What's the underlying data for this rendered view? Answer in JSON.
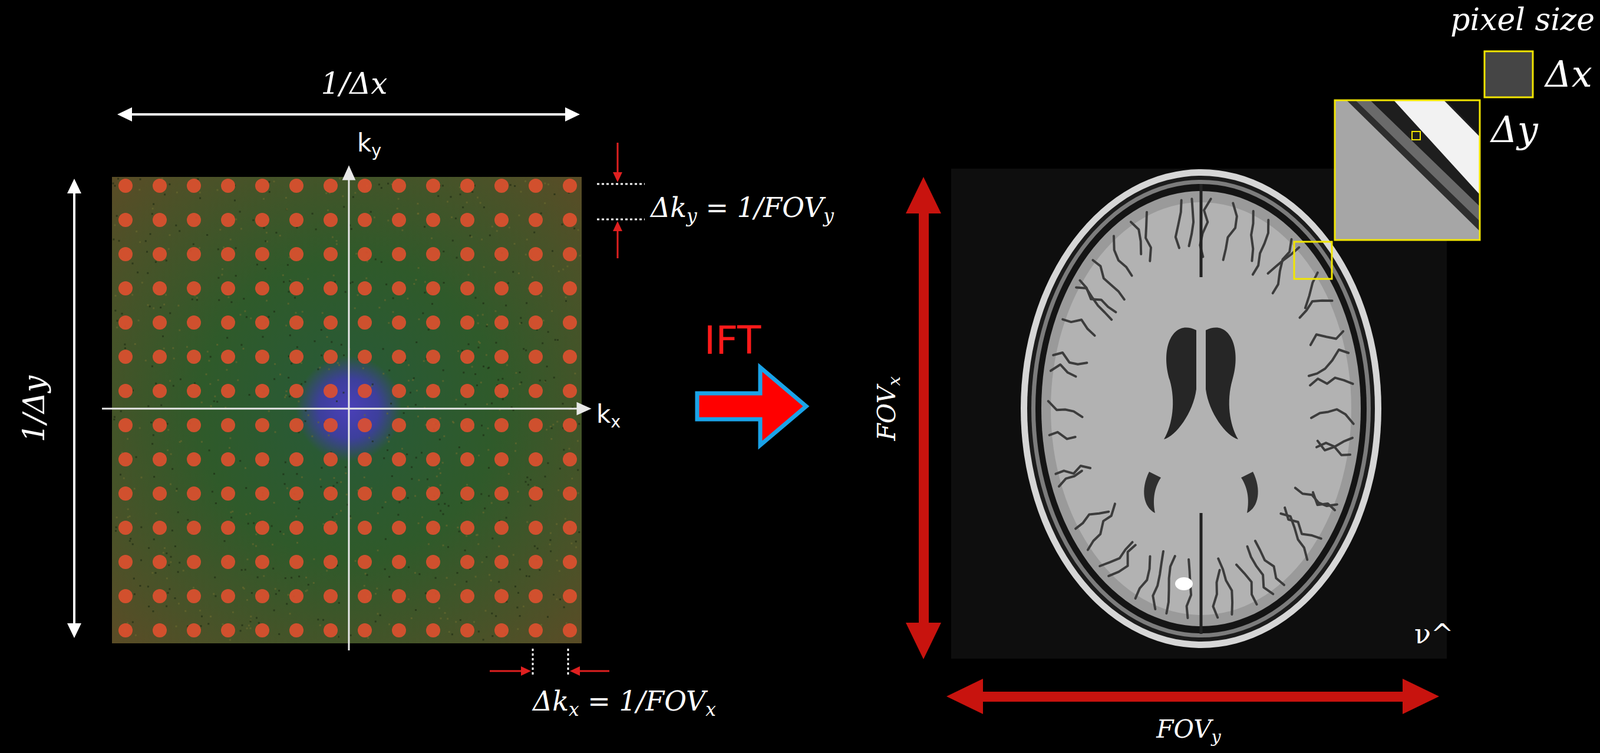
{
  "diagram": {
    "labels": [
      "1/Δx",
      "ky",
      "Δky = 1/FOVy",
      "1/Δy",
      "kx",
      "Δkx = 1/FOVx",
      "IFT",
      "FOVx",
      "FOVy",
      "pixel size",
      "Δx",
      "Δy",
      "ν^"
    ]
  }
}
